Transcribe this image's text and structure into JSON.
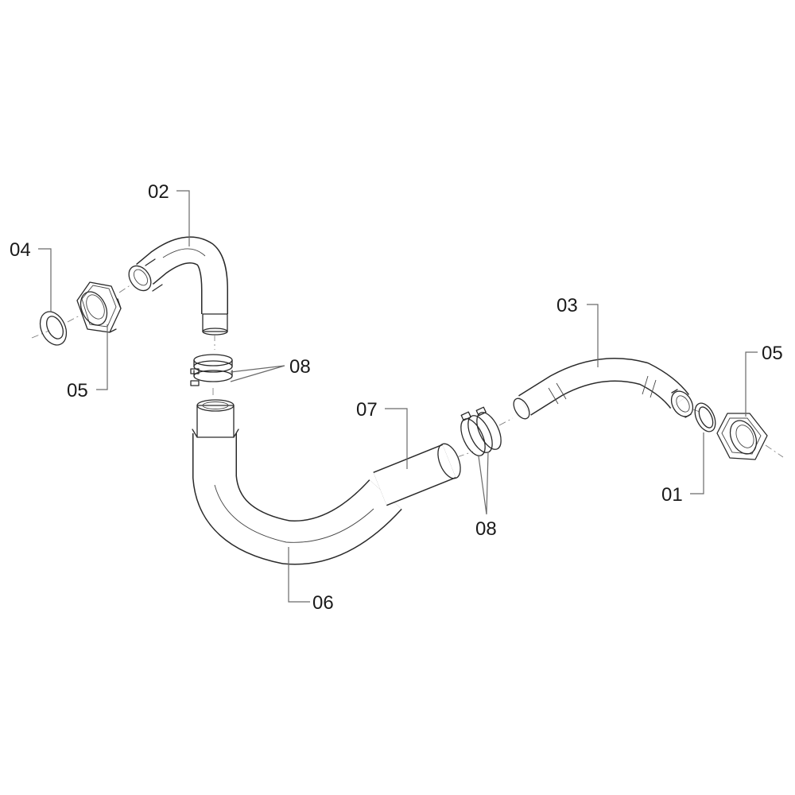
{
  "diagram": {
    "callouts": {
      "c02": "02",
      "c04": "04",
      "c05_left": "05",
      "c08_upper": "08",
      "c07": "07",
      "c03": "03",
      "c05_right": "05",
      "c01": "01",
      "c08_lower": "08",
      "c06": "06"
    },
    "colors": {
      "line": "#2a2a2a",
      "leader": "#6a6a6a",
      "background": "#ffffff"
    }
  }
}
